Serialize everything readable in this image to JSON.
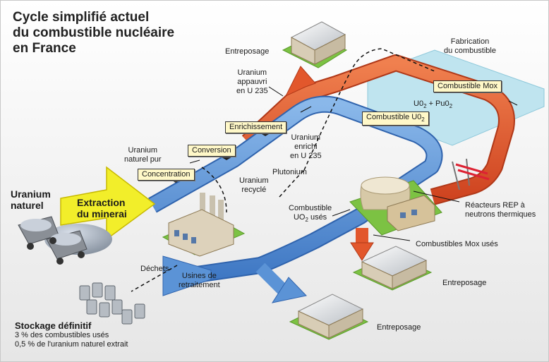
{
  "title": [
    "Cycle simplifié actuel",
    "du combustible nucléaire",
    "en France"
  ],
  "stages": {
    "uranium_naturel": [
      "Uranium",
      "naturel"
    ],
    "extraction": [
      "Extraction",
      "du minerai"
    ],
    "concentration": "Concentration",
    "conversion": "Conversion",
    "enrichissement": "Enrichissement",
    "combustible_uo2": "Combustible U0",
    "combustible_uo2_sub": "2",
    "combustible_mox": "Combustible Mox"
  },
  "labels": {
    "uranium_naturel_pur": [
      "Uranium",
      "naturel pur"
    ],
    "uranium_appauvri": [
      "Uranium",
      "appauvri",
      "en U 235"
    ],
    "uranium_enrichi": [
      "Uranium",
      "enrichi",
      "en U 235"
    ],
    "uranium_recycle": [
      "Uranium",
      "recyclé"
    ],
    "plutonium": "Plutonium",
    "entreposage_top": "Entreposage",
    "fabrication": [
      "Fabrication",
      "du combustible"
    ],
    "uo2_puo2": "U0",
    "uo2_puo2_mid": " + Pu0",
    "sub2": "2",
    "reacteurs": [
      "Réacteurs REP à",
      "neutrons thermiques"
    ],
    "combustible_uses": [
      "Combustible",
      "UO"
    ],
    "combustible_uses_end": " usés",
    "mox_uses": "Combustibles Mox usés",
    "entreposage_right": "Entreposage",
    "entreposage_bottom": "Entreposage",
    "usines": [
      "Usines de",
      "retraitement"
    ],
    "dechets": "Déchets"
  },
  "stockage": {
    "title": "Stockage définitif",
    "line1": "3 % des combustibles usés",
    "line2": "0,5 % de l'uranium naturel extrait"
  },
  "colors": {
    "blue_flow": "#5b93d6",
    "red_flow": "#e2572c",
    "yellow_arrow": "#f2ee2a",
    "fabrication_pool": "#bfe4ef",
    "grass": "#7cc243",
    "tag_bg": "#fff8c8"
  }
}
